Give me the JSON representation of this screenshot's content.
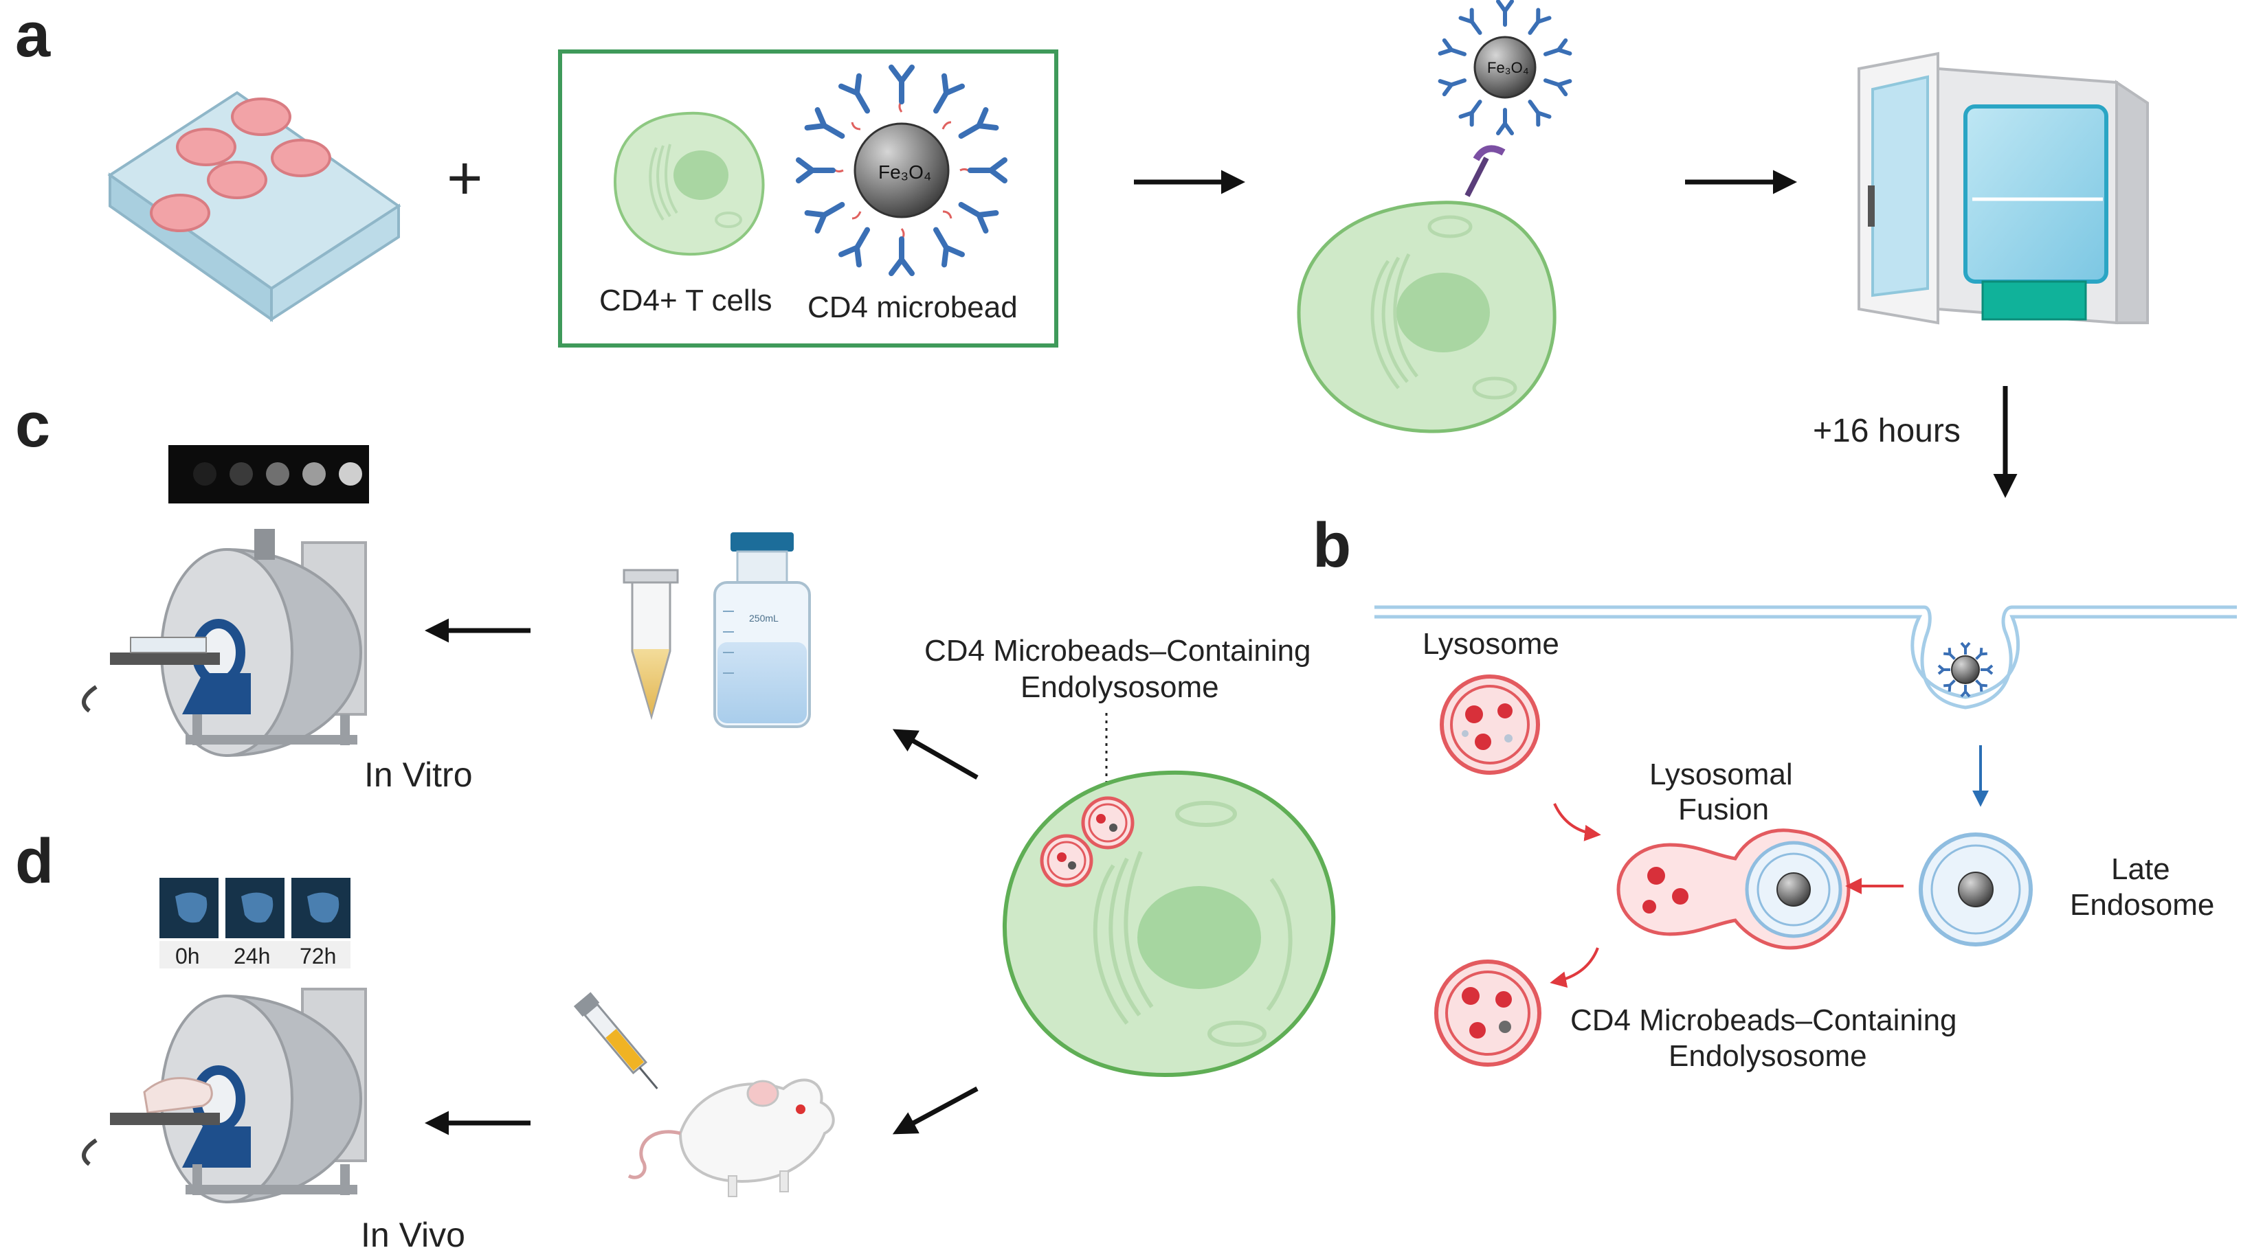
{
  "panels": {
    "a": "a",
    "b": "b",
    "c": "c",
    "d": "d"
  },
  "panel_a": {
    "plus": "+",
    "cell_label": "CD4+ T cells",
    "bead_label": "CD4 microbead",
    "bead_formula": "Fe₃O₄",
    "incubation_time": "+16 hours"
  },
  "panel_b": {
    "lysosome": "Lysosome",
    "fusion_line1": "Lysosomal",
    "fusion_line2": "Fusion",
    "late_line1": "Late",
    "late_line2": "Endosome",
    "result_line1": "CD4 Microbeads–Containing",
    "result_line2": "Endolysosome",
    "bottle_volume": "250mL"
  },
  "center_cell": {
    "callout_line1": "CD4 Microbeads–Containing",
    "callout_line2": "Endolysosome"
  },
  "panel_c": {
    "label": "In Vitro"
  },
  "panel_d": {
    "label": "In Vivo",
    "timepoints": [
      "0h",
      "24h",
      "72h"
    ]
  },
  "colors": {
    "cell_fill": "#cfe9c8",
    "cell_stroke": "#7fbf73",
    "box_border": "#3f9a5a",
    "antibody": "#3a6fb5",
    "lysosome": "#e35a5f",
    "endosome": "#9ec3e3",
    "scanner": "#b9bdc2",
    "ring_blue": "#1e4f8c"
  }
}
